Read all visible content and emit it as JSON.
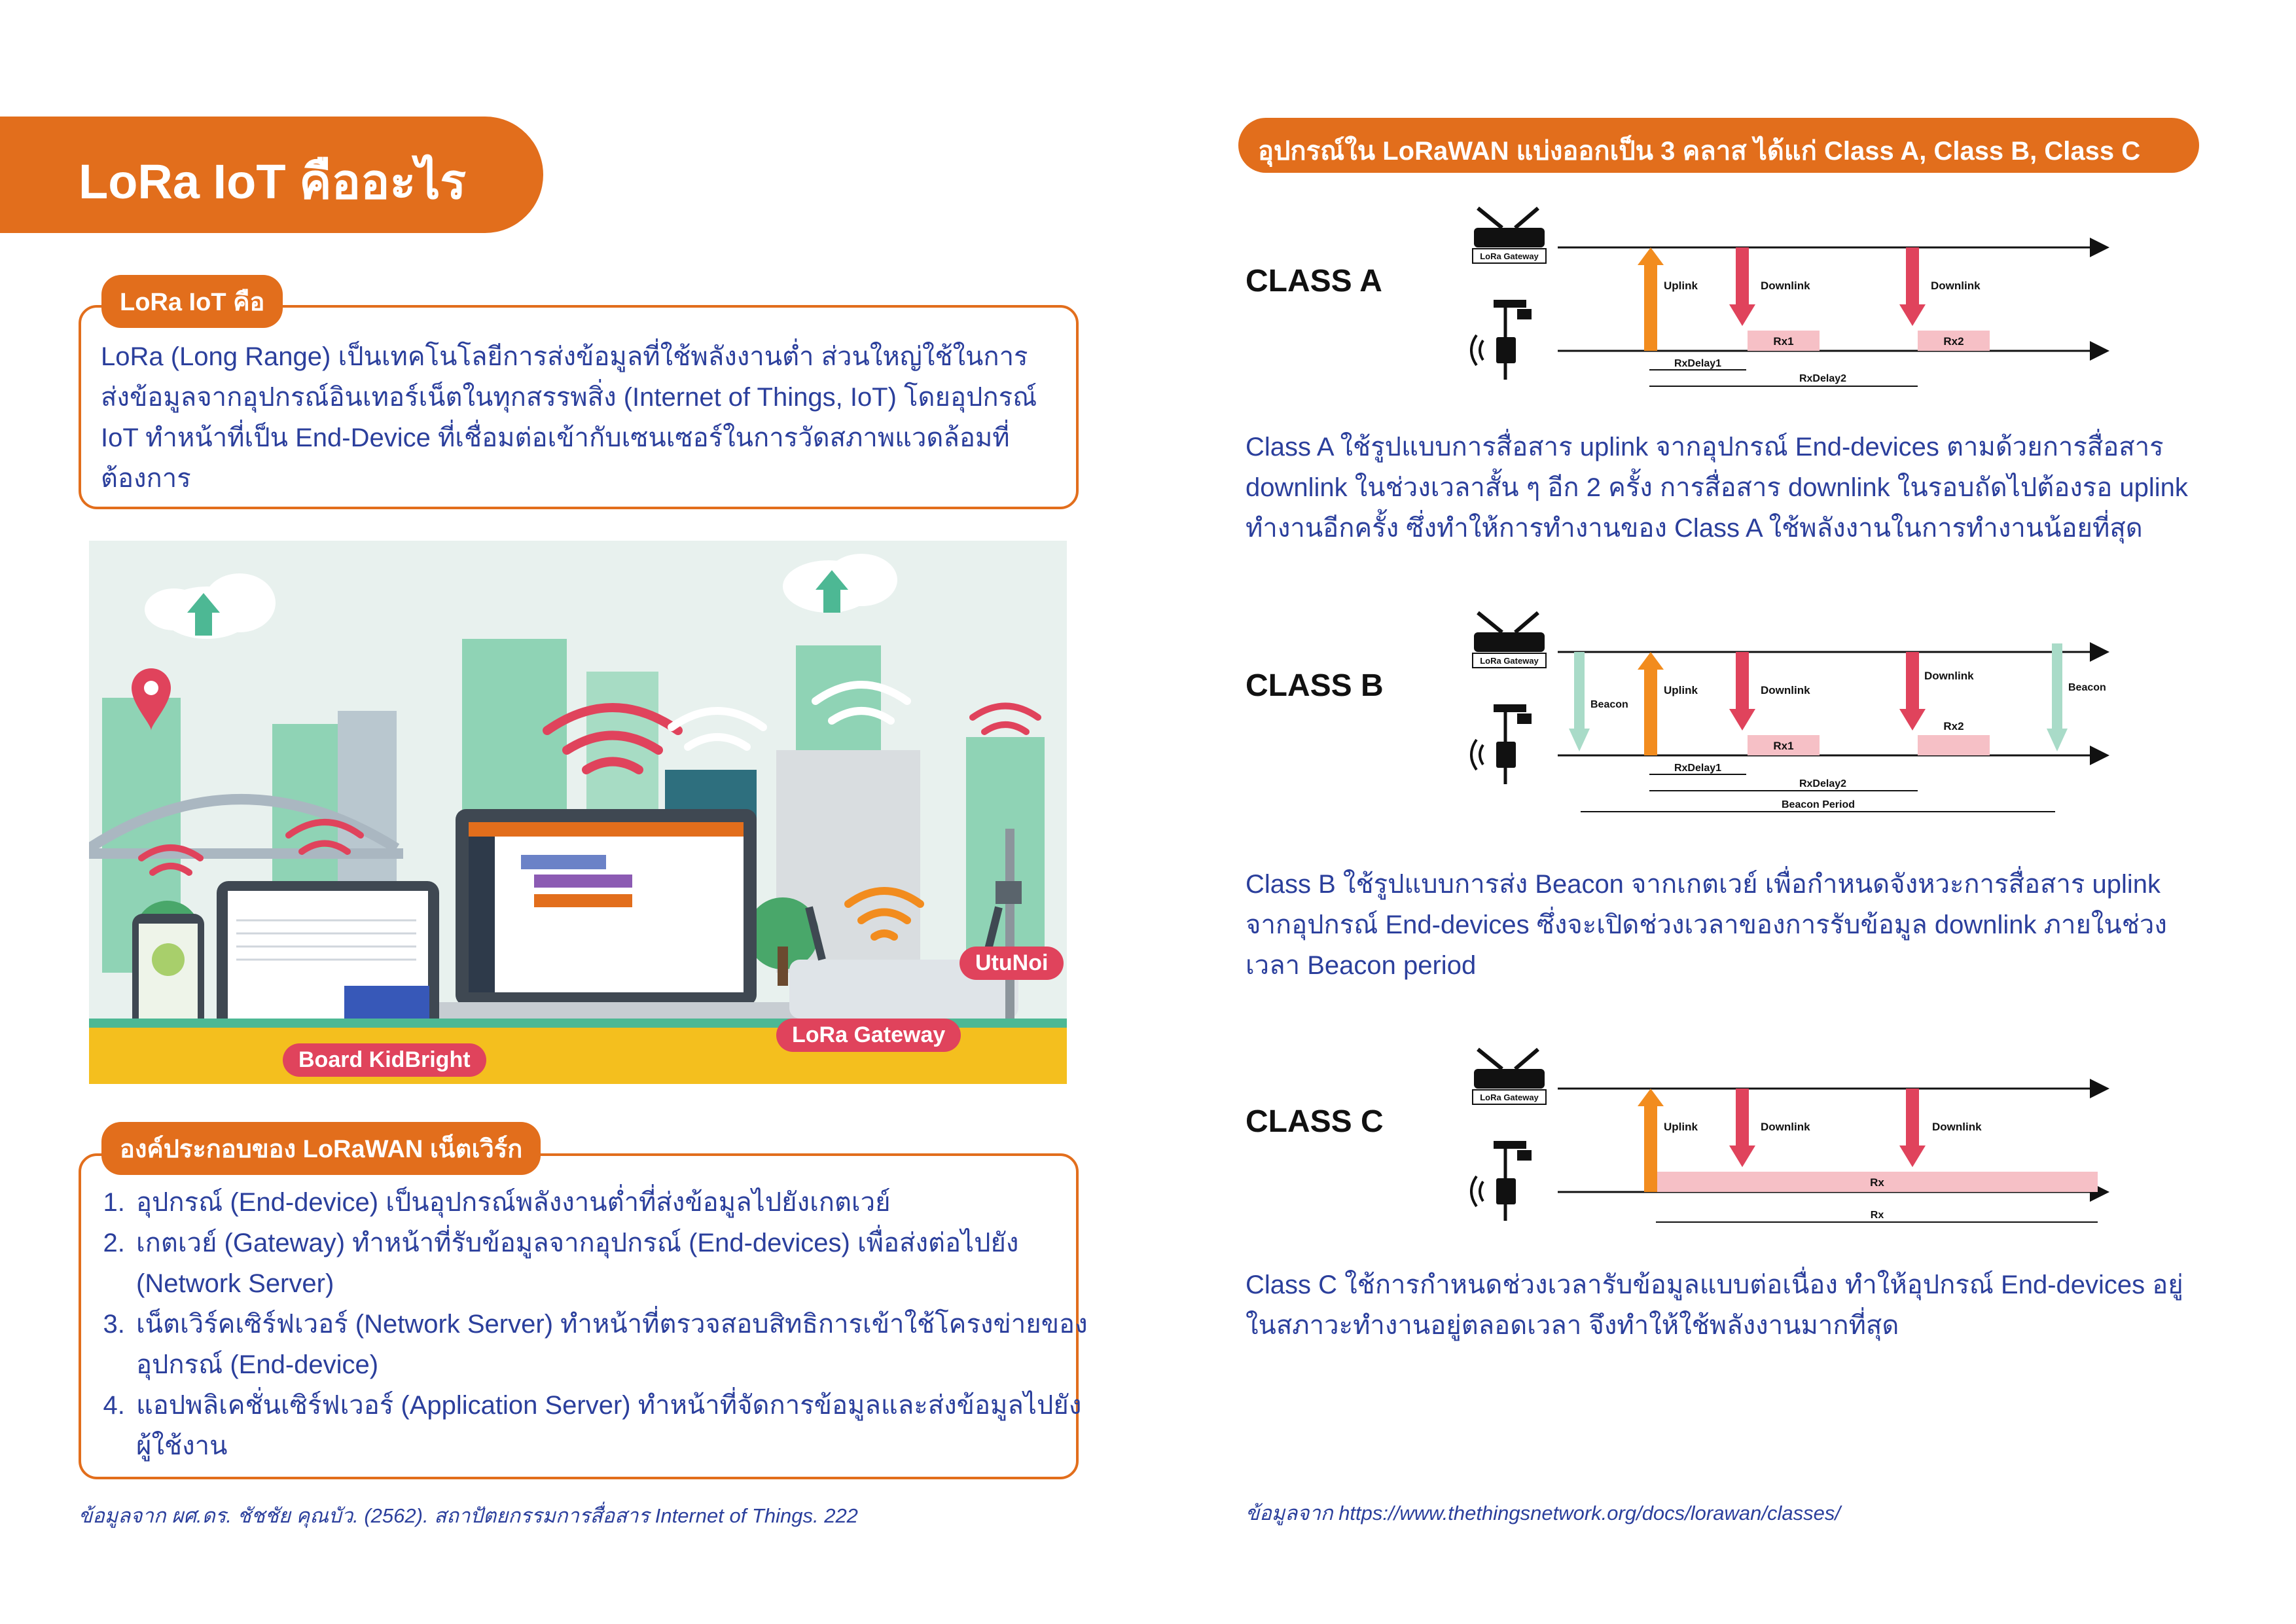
{
  "left": {
    "title": "LoRa IoT คืออะไร",
    "intro_tag": "LoRa IoT คือ",
    "intro_text": "LoRa (Long Range) เป็นเทคโนโลยีการส่งข้อมูลที่ใช้พลังงานต่ำ ส่วนใหญ่ใช้ในการส่งข้อมูลจากอุปกรณ์อินเทอร์เน็ตในทุกสรรพสิ่ง (Internet of Things, IoT) โดยอุปกรณ์ IoT ทำหน้าที่เป็น End-Device ที่เชื่อมต่อเข้ากับเซนเซอร์ในการวัดสภาพแวดล้อมที่ต้องการ",
    "illustration": {
      "label_board": "Board KidBright",
      "label_gateway": "LoRa Gateway",
      "label_utunoi": "UtuNoi"
    },
    "components_tag": "องค์ประกอบของ LoRaWAN เน็ตเวิร์ก",
    "components": [
      "อุปกรณ์ (End-device) เป็นอุปกรณ์พลังงานต่ำที่ส่งข้อมูลไปยังเกตเวย์",
      "เกตเวย์ (Gateway) ทำหน้าที่รับข้อมูลจากอุปกรณ์ (End-devices) เพื่อส่งต่อไปยัง (Network Server)",
      "เน็ตเวิร์คเซิร์ฟเวอร์ (Network Server) ทำหน้าที่ตรวจสอบสิทธิการเข้าใช้โครงข่ายของอุปกรณ์ (End-device)",
      "แอปพลิเคชั่นเซิร์ฟเวอร์ (Application Server) ทำหน้าที่จัดการข้อมูลและส่งข้อมูลไปยังผู้ใช้งาน"
    ],
    "citation": "ข้อมูลจาก ผศ.ดร. ชัชชัย คุณบัว. (2562). สถาปัตยกรรมการสื่อสาร Internet of Things. 222"
  },
  "right": {
    "header": "อุปกรณ์ใน LoRaWAN แบ่งออกเป็น 3 คลาส ได้แก่ Class A, Class B, Class C",
    "gateway_label": "LoRa Gateway",
    "classA": {
      "label": "CLASS A",
      "uplink": "Uplink",
      "downlink1": "Downlink",
      "downlink2": "Downlink",
      "rx1": "Rx1",
      "rx2": "Rx2",
      "delay1": "RxDelay1",
      "delay2": "RxDelay2",
      "desc": "Class A ใช้รูปแบบการสื่อสาร uplink จากอุปกรณ์ End-devices ตามด้วยการสื่อสาร downlink ในช่วงเวลาสั้น ๆ อีก 2 ครั้ง การสื่อสาร downlink ในรอบถัดไปต้องรอ uplink ทำงานอีกครั้ง ซึ่งทำให้การทำงานของ Class A ใช้พลังงานในการทำงานน้อยที่สุด"
    },
    "classB": {
      "label": "CLASS B",
      "beacon1": "Beacon",
      "beacon2": "Beacon",
      "uplink": "Uplink",
      "downlink1": "Downlink",
      "downlink2": "Downlink",
      "rx1": "Rx1",
      "rx2": "Rx2",
      "delay1": "RxDelay1",
      "delay2": "RxDelay2",
      "period": "Beacon Period",
      "desc": "Class B ใช้รูปแบบการส่ง Beacon จากเกตเวย์ เพื่อกำหนดจังหวะการสื่อสาร uplink จากอุปกรณ์ End-devices ซึ่งจะเปิดช่วงเวลาของการรับข้อมูล downlink ภายในช่วงเวลา Beacon period"
    },
    "classC": {
      "label": "CLASS C",
      "uplink": "Uplink",
      "downlink1": "Downlink",
      "downlink2": "Downlink",
      "rx": "Rx",
      "rx_span": "Rx",
      "desc": "Class C ใช้การกำหนดช่วงเวลารับข้อมูลแบบต่อเนื่อง ทำให้อุปกรณ์ End-devices อยู่ในสภาวะทำงานอยู่ตลอดเวลา จึงทำให้ใช้พลังงานมากที่สุด"
    },
    "citation": "ข้อมูลจาก https://www.thethingsnetwork.org/docs/lorawan/classes/"
  },
  "colors": {
    "orange": "#e26e1c",
    "text_blue": "#2b3f9c",
    "downlink_red": "#e0435c",
    "rx_pink": "#f6c0c6",
    "beacon_green": "#a9dbc8"
  }
}
